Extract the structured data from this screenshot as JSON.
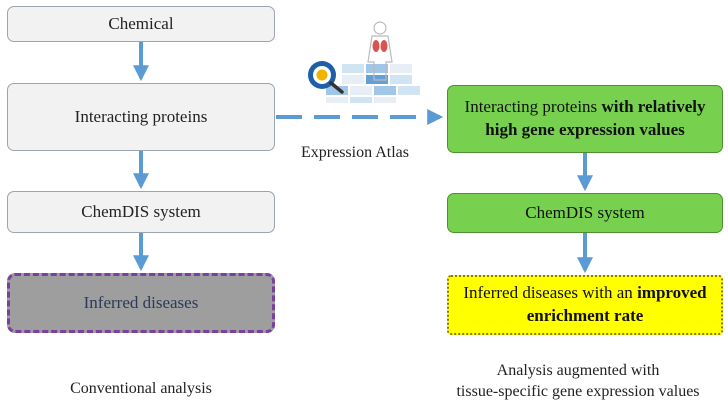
{
  "left_flow": {
    "chemical": "Chemical",
    "interacting_proteins": "Interacting proteins",
    "chemdis": "ChemDIS system",
    "inferred": "Inferred diseases",
    "caption": "Conventional analysis"
  },
  "right_flow": {
    "interacting_plain": "Interacting proteins ",
    "interacting_bold": "with relatively high gene expression values",
    "chemdis": "ChemDIS system",
    "inferred_plain": "Inferred diseases with an ",
    "inferred_bold": "improved enrichment rate",
    "caption_line1": "Analysis augmented with",
    "caption_line2": "tissue-specific gene expression values"
  },
  "connector": {
    "label": "Expression Atlas"
  },
  "colors": {
    "arrow": "#5b9bd5",
    "green_box": "#77d14f",
    "yellow_box": "#ffff00",
    "gray_box": "#f2f2f2",
    "inferred_gray": "#9e9e9e",
    "dashed_border": "#7b3fa3"
  },
  "icons": [
    "expression-atlas-icon",
    "human-body-icon",
    "magnifier-icon"
  ]
}
